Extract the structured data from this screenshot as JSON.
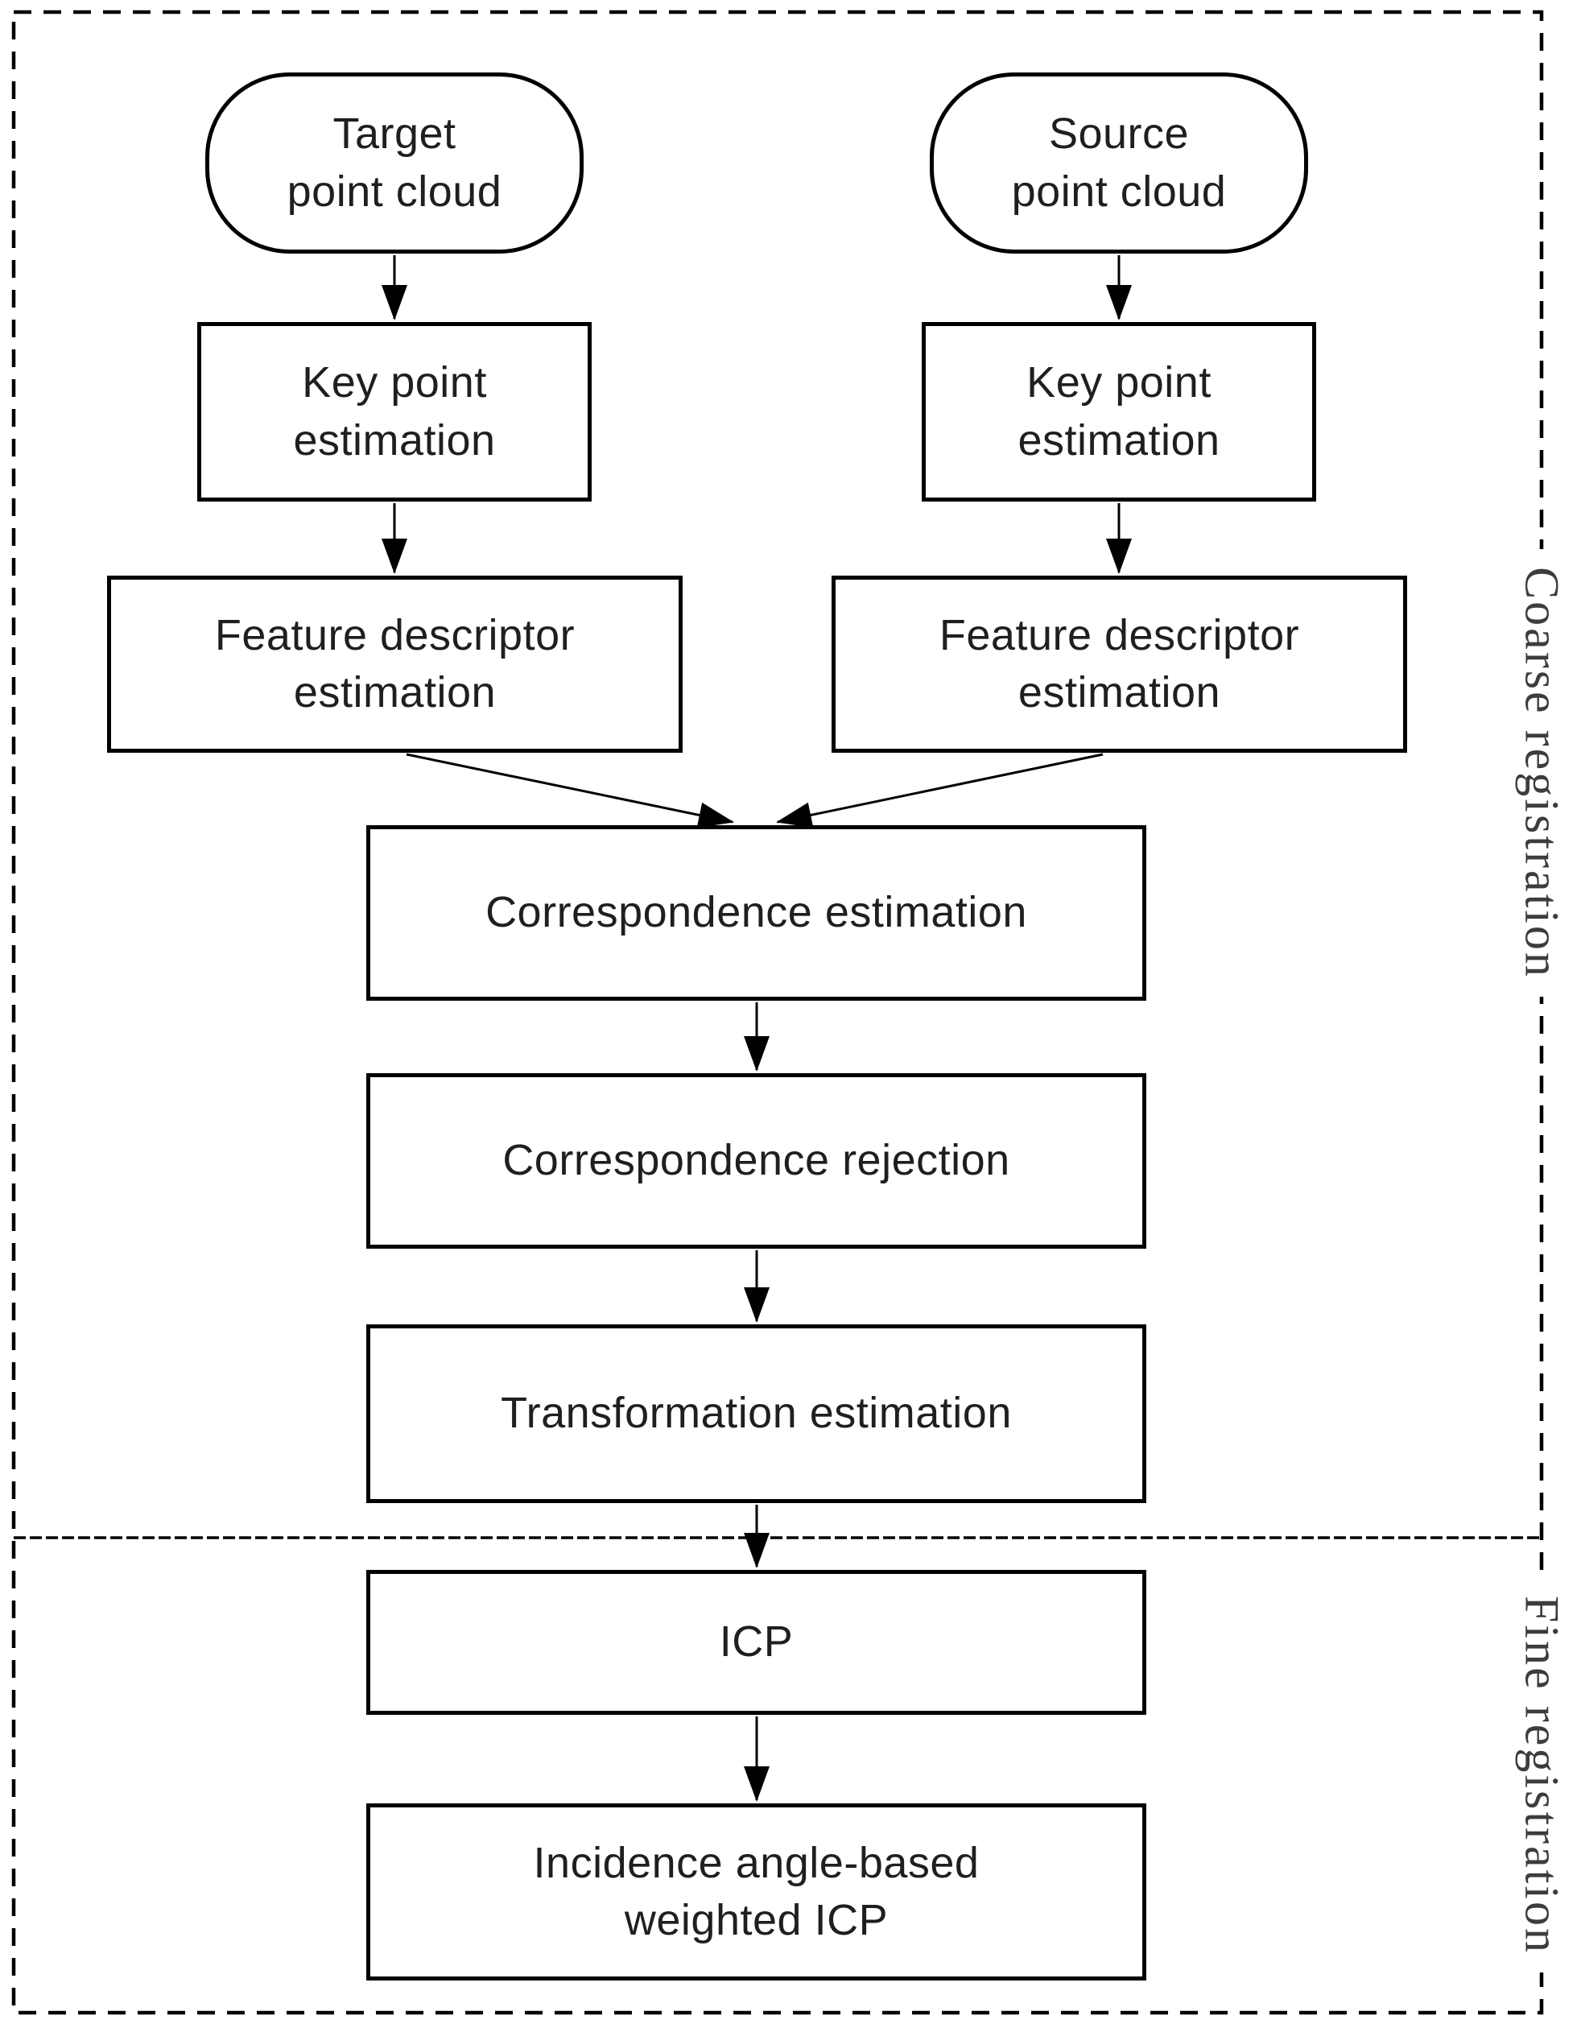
{
  "diagram": {
    "title_hint": "Point cloud registration pipeline flowchart",
    "sections": {
      "coarse_label": "Coarse registration",
      "fine_label": "Fine registration"
    },
    "nodes": {
      "target": {
        "label": "Target\npoint cloud",
        "shape": "stadium"
      },
      "source": {
        "label": "Source\npoint cloud",
        "shape": "stadium"
      },
      "keypoint_left": {
        "label": "Key point\nestimation",
        "shape": "rect"
      },
      "keypoint_right": {
        "label": "Key point\nestimation",
        "shape": "rect"
      },
      "feature_left": {
        "label": "Feature descriptor\nestimation",
        "shape": "rect"
      },
      "feature_right": {
        "label": "Feature descriptor\nestimation",
        "shape": "rect"
      },
      "correspondence_estimation": {
        "label": "Correspondence estimation",
        "shape": "rect"
      },
      "correspondence_rejection": {
        "label": "Correspondence rejection",
        "shape": "rect"
      },
      "transformation_estimation": {
        "label": "Transformation estimation",
        "shape": "rect"
      },
      "icp": {
        "label": "ICP",
        "shape": "rect"
      },
      "weighted_icp": {
        "label": "Incidence angle-based\nweighted ICP",
        "shape": "rect"
      }
    },
    "edges": [
      {
        "from": "target",
        "to": "keypoint_left"
      },
      {
        "from": "source",
        "to": "keypoint_right"
      },
      {
        "from": "keypoint_left",
        "to": "feature_left"
      },
      {
        "from": "keypoint_right",
        "to": "feature_right"
      },
      {
        "from": "feature_left",
        "to": "correspondence_estimation"
      },
      {
        "from": "feature_right",
        "to": "correspondence_estimation"
      },
      {
        "from": "correspondence_estimation",
        "to": "correspondence_rejection"
      },
      {
        "from": "correspondence_rejection",
        "to": "transformation_estimation"
      },
      {
        "from": "transformation_estimation",
        "to": "icp"
      },
      {
        "from": "icp",
        "to": "weighted_icp"
      }
    ],
    "colors": {
      "line": "#000000",
      "node_border": "#000000",
      "node_fill": "#ffffff",
      "node_text": "#1f1f1f",
      "side_text": "#3d3d3d",
      "background": "#ffffff"
    }
  }
}
